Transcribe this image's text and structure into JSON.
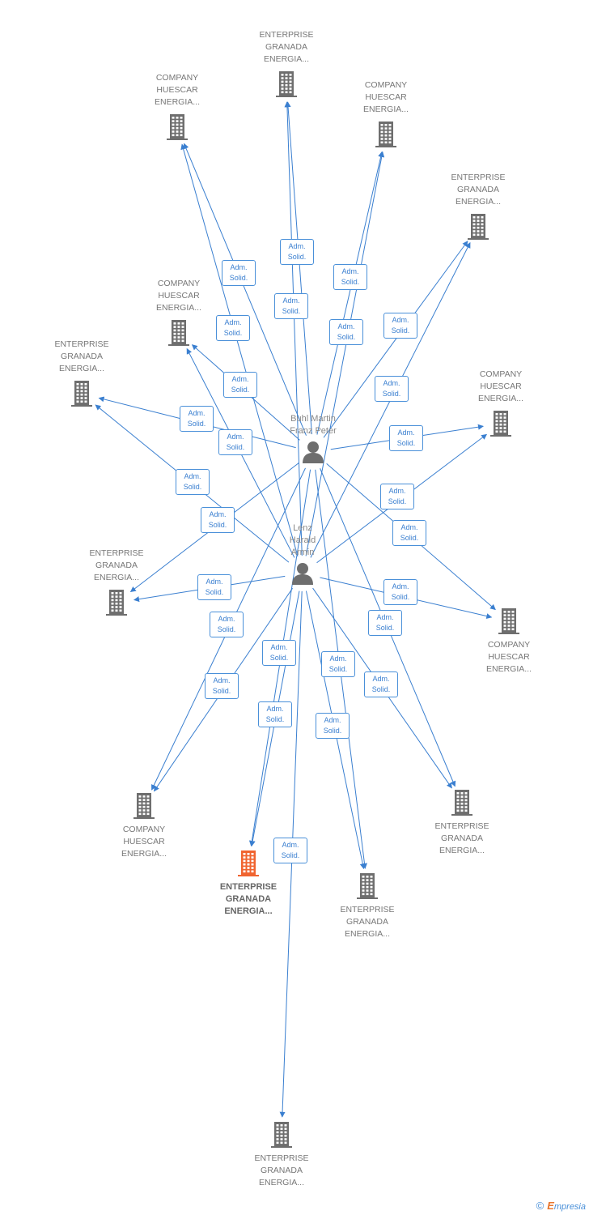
{
  "colors": {
    "edge": "#3a7fd0",
    "building": "#6e6e6e",
    "building_focus": "#f06430",
    "person": "#6e6e6e"
  },
  "persons": [
    {
      "id": "p1",
      "label": "Buhl Martin\nFranz Peter",
      "icon": "person-icon"
    },
    {
      "id": "p2",
      "label": "Lenz\nHarald\nArmin",
      "icon": "person-icon"
    }
  ],
  "companies": [
    {
      "id": "c1",
      "label": "ENTERPRISE\nGRANADA\nENERGIA...",
      "icon": "building-icon"
    },
    {
      "id": "c2",
      "label": "COMPANY\nHUESCAR\nENERGIA...",
      "icon": "building-icon"
    },
    {
      "id": "c3",
      "label": "COMPANY\nHUESCAR\nENERGIA...",
      "icon": "building-icon"
    },
    {
      "id": "c4",
      "label": "ENTERPRISE\nGRANADA\nENERGIA...",
      "icon": "building-icon"
    },
    {
      "id": "c5",
      "label": "COMPANY\nHUESCAR\nENERGIA...",
      "icon": "building-icon"
    },
    {
      "id": "c6",
      "label": "ENTERPRISE\nGRANADA\nENERGIA...",
      "icon": "building-icon"
    },
    {
      "id": "c7",
      "label": "COMPANY\nHUESCAR\nENERGIA...",
      "icon": "building-icon"
    },
    {
      "id": "c8",
      "label": "ENTERPRISE\nGRANADA\nENERGIA...",
      "icon": "building-icon"
    },
    {
      "id": "c9",
      "label": "COMPANY\nHUESCAR\nENERGIA...",
      "icon": "building-icon"
    },
    {
      "id": "c10",
      "label": "COMPANY\nHUESCAR\nENERGIA...",
      "icon": "building-icon"
    },
    {
      "id": "c11",
      "label": "ENTERPRISE\nGRANADA\nENERGIA...",
      "icon": "building-icon"
    },
    {
      "id": "c12",
      "label": "ENTERPRISE\nGRANADA\nENERGIA...",
      "icon": "building-icon",
      "focus": true
    },
    {
      "id": "c13",
      "label": "ENTERPRISE\nGRANADA\nENERGIA...",
      "icon": "building-icon"
    },
    {
      "id": "c14",
      "label": "ENTERPRISE\nGRANADA\nENERGIA...",
      "icon": "building-icon"
    }
  ],
  "relations": [
    {
      "from": "p1",
      "to": "c1",
      "label": "Adm.\nSolid."
    },
    {
      "from": "p1",
      "to": "c2",
      "label": "Adm.\nSolid."
    },
    {
      "from": "p1",
      "to": "c3",
      "label": "Adm.\nSolid."
    },
    {
      "from": "p1",
      "to": "c4",
      "label": "Adm.\nSolid."
    },
    {
      "from": "p1",
      "to": "c5",
      "label": "Adm.\nSolid."
    },
    {
      "from": "p1",
      "to": "c6",
      "label": "Adm.\nSolid."
    },
    {
      "from": "p1",
      "to": "c7",
      "label": "Adm.\nSolid."
    },
    {
      "from": "p1",
      "to": "c8",
      "label": "Adm.\nSolid."
    },
    {
      "from": "p1",
      "to": "c9",
      "label": "Adm.\nSolid."
    },
    {
      "from": "p1",
      "to": "c10",
      "label": "Adm.\nSolid."
    },
    {
      "from": "p1",
      "to": "c11",
      "label": "Adm.\nSolid."
    },
    {
      "from": "p1",
      "to": "c12",
      "label": "Adm.\nSolid."
    },
    {
      "from": "p1",
      "to": "c13",
      "label": "Adm.\nSolid."
    },
    {
      "from": "p2",
      "to": "c1",
      "label": "Adm.\nSolid."
    },
    {
      "from": "p2",
      "to": "c2",
      "label": "Adm.\nSolid."
    },
    {
      "from": "p2",
      "to": "c3",
      "label": "Adm.\nSolid."
    },
    {
      "from": "p2",
      "to": "c4",
      "label": "Adm.\nSolid."
    },
    {
      "from": "p2",
      "to": "c5",
      "label": "Adm.\nSolid."
    },
    {
      "from": "p2",
      "to": "c6",
      "label": "Adm.\nSolid."
    },
    {
      "from": "p2",
      "to": "c7",
      "label": "Adm.\nSolid."
    },
    {
      "from": "p2",
      "to": "c8",
      "label": "Adm.\nSolid."
    },
    {
      "from": "p2",
      "to": "c9",
      "label": "Adm.\nSolid."
    },
    {
      "from": "p2",
      "to": "c10",
      "label": "Adm.\nSolid."
    },
    {
      "from": "p2",
      "to": "c11",
      "label": "Adm.\nSolid."
    },
    {
      "from": "p2",
      "to": "c12",
      "label": "Adm.\nSolid."
    },
    {
      "from": "p2",
      "to": "c13",
      "label": "Adm.\nSolid."
    },
    {
      "from": "p2",
      "to": "c14",
      "label": "Adm.\nSolid."
    }
  ],
  "footer": {
    "copyright": "©",
    "brand_initial": "E",
    "brand_rest": "mpresia"
  }
}
